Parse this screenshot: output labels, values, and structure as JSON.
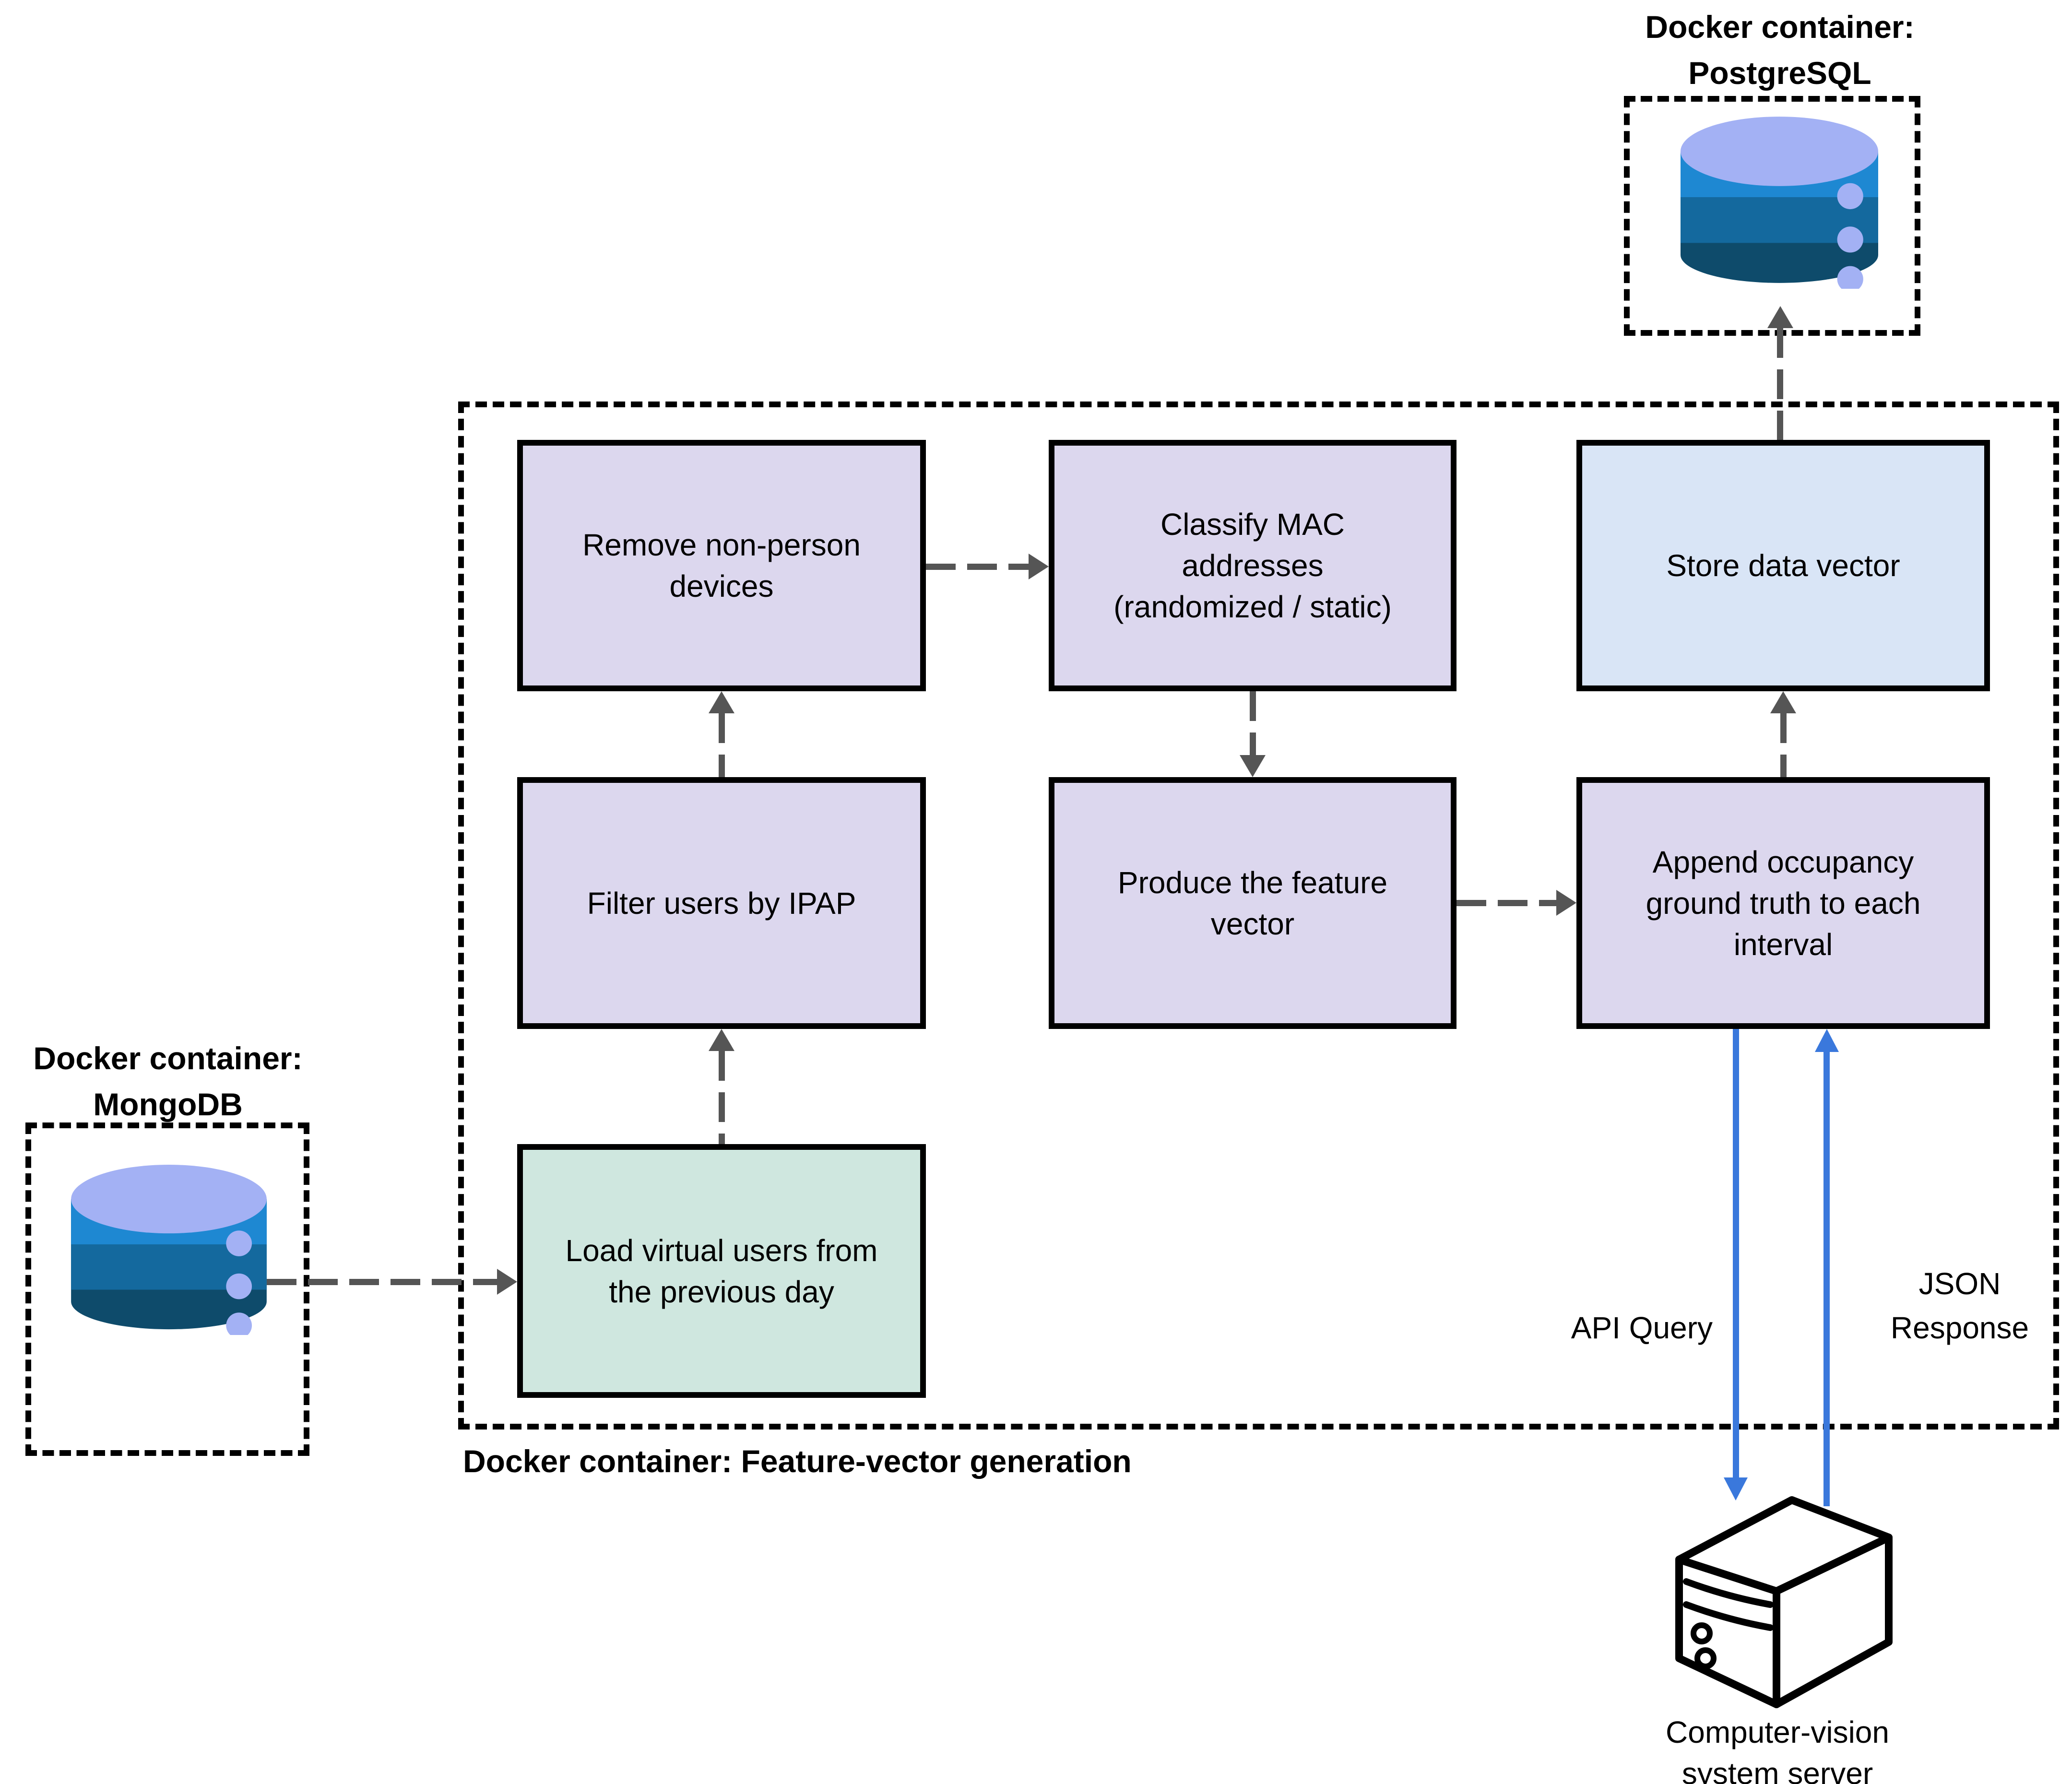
{
  "postgres": {
    "title": "Docker container:\nPostgreSQL",
    "icon": "database-icon"
  },
  "mongodb": {
    "title": "Docker container:\nMongoDB",
    "icon": "database-icon"
  },
  "pipeline": {
    "label": "Docker container: Feature-vector generation",
    "boxes": {
      "remove": "Remove non-person\ndevices",
      "classify": "Classify MAC\naddresses\n(randomized / static)",
      "store": "Store data vector",
      "filter": "Filter users by IPAP",
      "produce": "Produce the feature\nvector",
      "append": "Append occupancy\nground truth to each\ninterval",
      "load": "Load virtual users from\nthe previous day"
    }
  },
  "edges": {
    "api_query": "API Query",
    "json_response": "JSON\nResponse"
  },
  "server": {
    "label": "Computer-vision\nsystem  server",
    "icon": "server-tower-icon"
  },
  "colors": {
    "box_purple": "#dcd7ee",
    "box_blue": "#d9e5f6",
    "box_green": "#cfe7df",
    "arrow_gray": "#555555",
    "arrow_blue": "#3a78dc",
    "db_top": "#a3b1f4",
    "db_band1": "#1e88d2",
    "db_band2": "#14699e",
    "db_band3": "#0e4b6b",
    "border": "#000000"
  }
}
